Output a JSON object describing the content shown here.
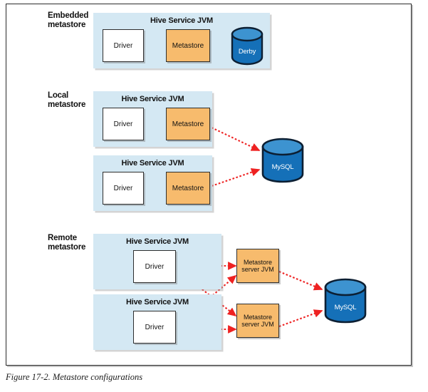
{
  "figure": {
    "caption": "Figure 17-2. Metastore configurations"
  },
  "sections": [
    {
      "id": "embedded",
      "label": "Embedded\nmetastore",
      "label_line1": "Embedded",
      "label_line2": "metastore",
      "panels": [
        {
          "title": "Hive Service JVM",
          "boxes": [
            {
              "name": "driver",
              "label": "Driver"
            },
            {
              "name": "metastore",
              "label": "Metastore"
            }
          ]
        }
      ],
      "databases": [
        {
          "name": "derby",
          "label": "Derby"
        }
      ]
    },
    {
      "id": "local",
      "label_line1": "Local",
      "label_line2": "metastore",
      "panels": [
        {
          "title": "Hive Service JVM",
          "boxes": [
            {
              "name": "driver",
              "label": "Driver"
            },
            {
              "name": "metastore",
              "label": "Metastore"
            }
          ]
        },
        {
          "title": "Hive Service JVM",
          "boxes": [
            {
              "name": "driver",
              "label": "Driver"
            },
            {
              "name": "metastore",
              "label": "Metastore"
            }
          ]
        }
      ],
      "databases": [
        {
          "name": "mysql",
          "label": "MySQL"
        }
      ]
    },
    {
      "id": "remote",
      "label_line1": "Remote",
      "label_line2": "metastore",
      "panels": [
        {
          "title": "Hive Service JVM",
          "boxes": [
            {
              "name": "driver",
              "label": "Driver"
            }
          ]
        },
        {
          "title": "Hive Service JVM",
          "boxes": [
            {
              "name": "driver",
              "label": "Driver"
            }
          ]
        }
      ],
      "servers": [
        {
          "name": "metastore-server-jvm",
          "line1": "Metastore",
          "line2": "server JVM"
        },
        {
          "name": "metastore-server-jvm",
          "line1": "Metastore",
          "line2": "server JVM"
        }
      ],
      "databases": [
        {
          "name": "mysql",
          "label": "MySQL"
        }
      ]
    }
  ],
  "colors": {
    "panel_blue": "#d4e8f3",
    "box_orange": "#f7bb6d",
    "box_white": "#ffffff",
    "db_blue": "#1570b8",
    "db_blue_top": "#3d93d0",
    "arrow_red": "#ee2222",
    "outline": "#2e2e2e"
  }
}
